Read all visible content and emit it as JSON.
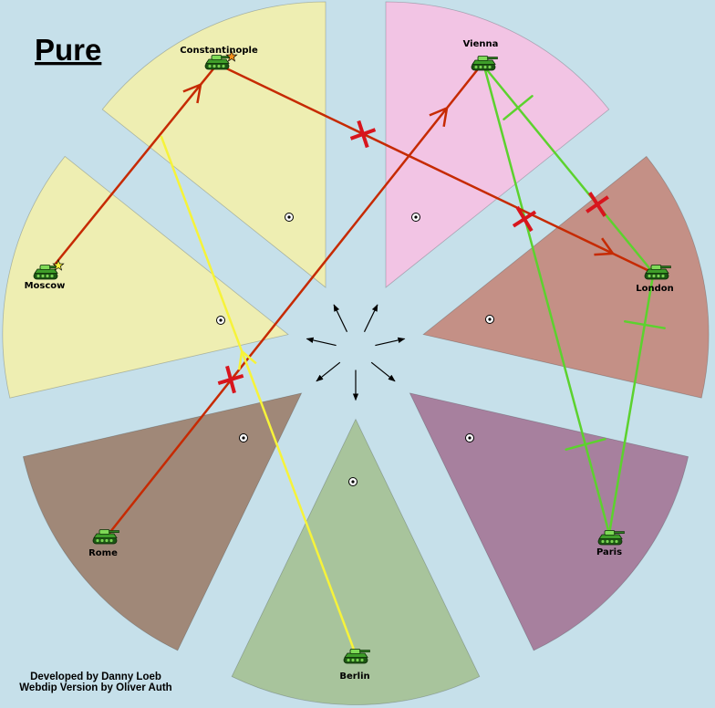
{
  "title": "Pure",
  "credits": {
    "developer": "Developed by Danny Loeb",
    "webdip": "Webdip Version by Oliver Auth"
  },
  "colors": {
    "sea": "#c6e0ea",
    "move_order": "#c62a02",
    "support_move_order": "#f6f33a",
    "support_hold_order": "#5cd22e",
    "cut_marker": "#d8151d",
    "direction_arrows": "#000000"
  },
  "territories": {
    "constantinople": {
      "label": "Constantinople",
      "color": "#eeeeb2",
      "supply_center": true,
      "unit": "tank-icon",
      "unit_marker": {
        "icon": "star-icon",
        "color": "#f3901a"
      }
    },
    "vienna": {
      "label": "Vienna",
      "color": "#f2c4e4",
      "supply_center": true,
      "unit": "tank-icon"
    },
    "london": {
      "label": "London",
      "color": "#c49086",
      "supply_center": true,
      "unit": "tank-icon"
    },
    "paris": {
      "label": "Paris",
      "color": "#a7809e",
      "supply_center": true,
      "unit": "tank-icon"
    },
    "berlin": {
      "label": "Berlin",
      "color": "#a8c49c",
      "supply_center": true,
      "unit": "tank-icon"
    },
    "rome": {
      "label": "Rome",
      "color": "#a08878",
      "supply_center": true,
      "unit": "tank-icon"
    },
    "moscow": {
      "label": "Moscow",
      "color": "#eeeeb2",
      "supply_center": true,
      "unit": "tank-icon",
      "unit_marker": {
        "icon": "star-icon",
        "color": "#f6f33c"
      }
    }
  }
}
